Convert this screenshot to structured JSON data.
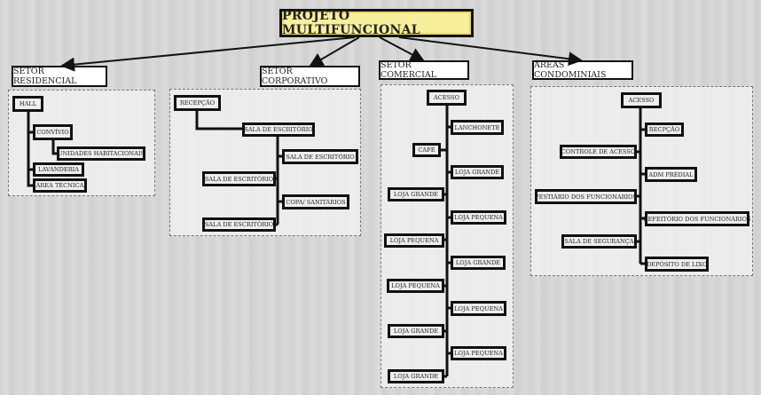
{
  "title": "PROJETO MULTIFUNCIONAL",
  "sectors": [
    {
      "label": "SETOR RESIDENCIAL",
      "nodes": [
        "HALL",
        "CONVÍVIO",
        "UNIDADES HABITACIONAIS",
        "LAVANDERIA",
        "ÁREA TÉCNICA"
      ]
    },
    {
      "label": "SETOR CORPORATIVO",
      "nodes": [
        "RECEPÇÃO",
        "SALA DE ESCRITÓRIO",
        "SALA DE ESCRITÓRIO",
        "SALA DE ESCRITÓRIO",
        "COPA/ SANITÁRIOS",
        "SALA DE ESCRITÓRIO"
      ]
    },
    {
      "label": "SETOR COMERCIAL",
      "nodes": [
        "ACESSO",
        "LANCHONETE",
        "CAFÉ",
        "LOJA GRANDE",
        "LOJA GRANDE",
        "LOJA PEQUENA",
        "LOJA PEQUENA",
        "LOJA GRANDE",
        "LOJA PEQUENA",
        "LOJA PEQUENA",
        "LOJA GRANDE",
        "LOJA PEQUENA",
        "LOJA GRANDE"
      ]
    },
    {
      "label": "ÁREAS CONDOMINIAIS",
      "nodes": [
        "ACESSO",
        "RECPÇÃO",
        "CONTROLE DE ACESSO",
        "ADM PREDIAL",
        "VESTIÁRIO DOS FUNCIONARIOS",
        "REFEITÓRIO DOS FUNCIONÁRIOS",
        "SALA DE SEGURANÇA",
        "DEPÓSITO DE LIXO"
      ]
    }
  ],
  "colors": {
    "title_fill": "#f7ef9c",
    "border": "#111111"
  }
}
